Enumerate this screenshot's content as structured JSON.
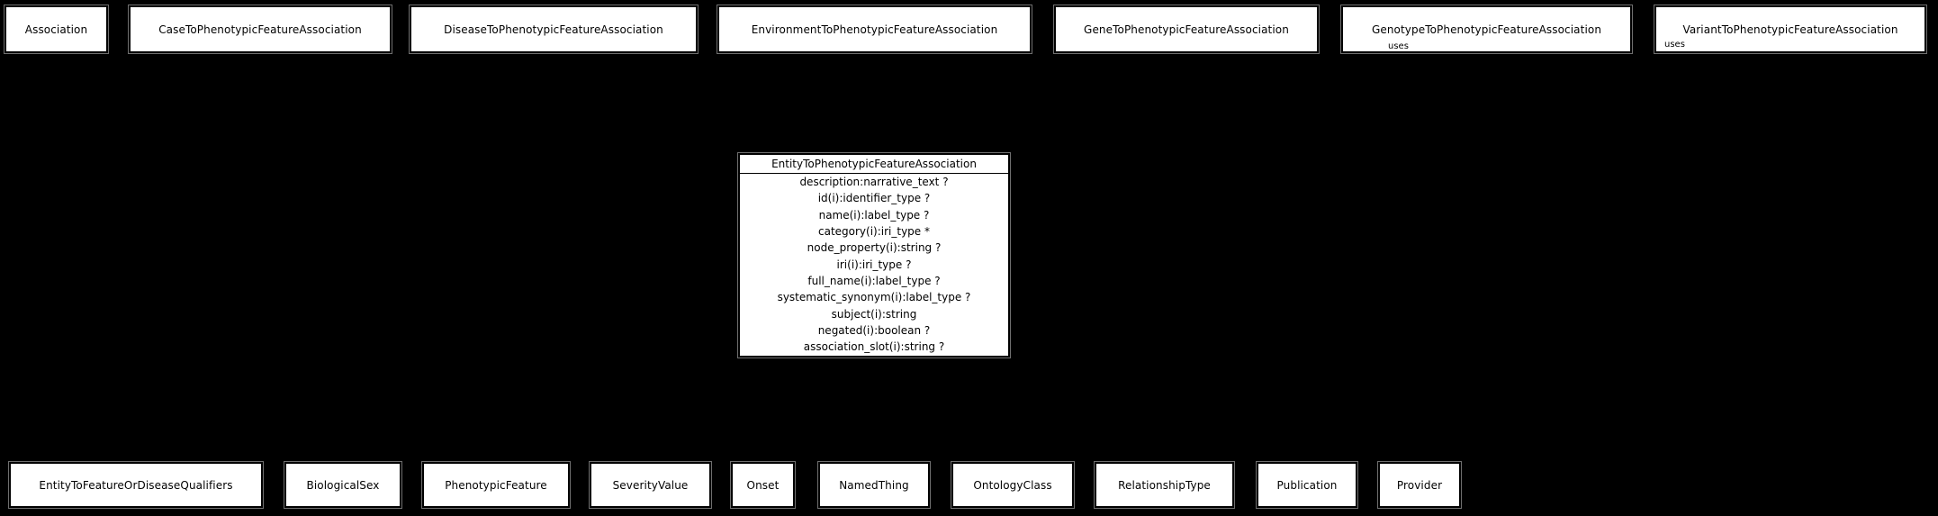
{
  "diagram": {
    "type": "uml-class-diagram",
    "background_color": "#000000",
    "node_fill_color": "#ffffff",
    "node_border_color": "#000000",
    "text_color": "#000000"
  },
  "top_row": [
    {
      "label": "Association"
    },
    {
      "label": "CaseToPhenotypicFeatureAssociation"
    },
    {
      "label": "DiseaseToPhenotypicFeatureAssociation"
    },
    {
      "label": "EnvironmentToPhenotypicFeatureAssociation"
    },
    {
      "label": "GeneToPhenotypicFeatureAssociation"
    },
    {
      "label": "GenotypeToPhenotypicFeatureAssociation",
      "edge_label": "uses"
    },
    {
      "label": "VariantToPhenotypicFeatureAssociation",
      "edge_label": "uses"
    }
  ],
  "center_class": {
    "title": "EntityToPhenotypicFeatureAssociation",
    "attributes": [
      "description:narrative_text ?",
      "id(i):identifier_type ?",
      "name(i):label_type ?",
      "category(i):iri_type *",
      "node_property(i):string ?",
      "iri(i):iri_type ?",
      "full_name(i):label_type ?",
      "systematic_synonym(i):label_type ?",
      "subject(i):string",
      "negated(i):boolean ?",
      "association_slot(i):string ?"
    ]
  },
  "bottom_row": [
    {
      "label": "EntityToFeatureOrDiseaseQualifiers"
    },
    {
      "label": "BiologicalSex"
    },
    {
      "label": "PhenotypicFeature"
    },
    {
      "label": "SeverityValue"
    },
    {
      "label": "Onset"
    },
    {
      "label": "NamedThing"
    },
    {
      "label": "OntologyClass"
    },
    {
      "label": "RelationshipType"
    },
    {
      "label": "Publication"
    },
    {
      "label": "Provider"
    }
  ]
}
